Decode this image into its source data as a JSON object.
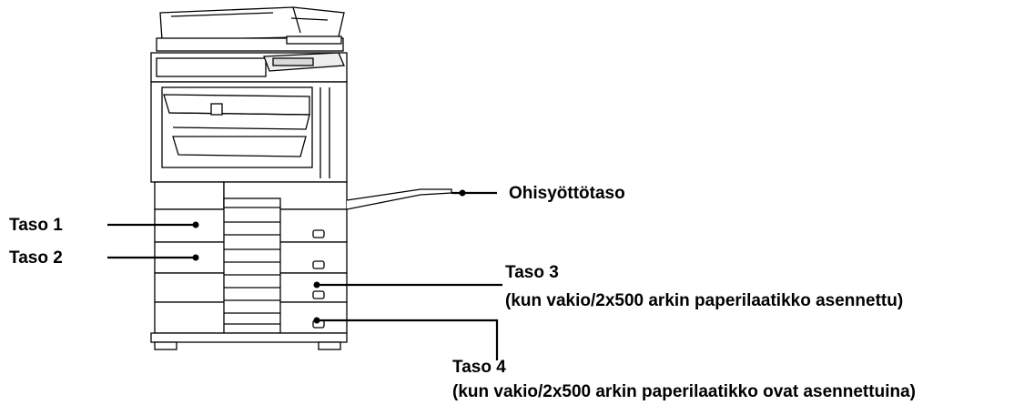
{
  "diagram": {
    "labels": {
      "bypass_tray": "Ohisyöttötaso",
      "tray1": "Taso 1",
      "tray2": "Taso 2",
      "tray3_title": "Taso 3",
      "tray3_note": "(kun vakio/2x500 arkin paperilaatikko asennettu)",
      "tray4_title": "Taso 4",
      "tray4_note": "(kun vakio/2x500 arkin paperilaatikko ovat asennettuina)"
    },
    "colors": {
      "line": "#000000",
      "body": "#ffffff",
      "panel": "#d9d9d9"
    }
  }
}
